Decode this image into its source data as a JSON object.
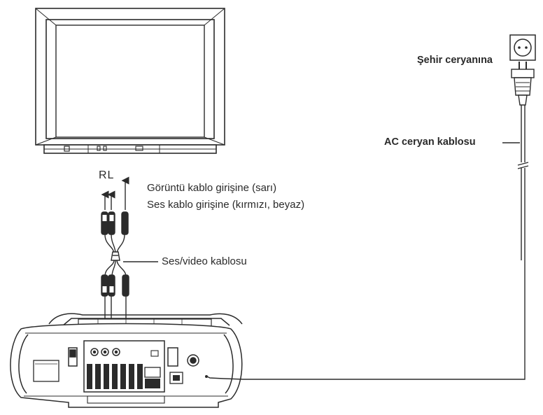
{
  "labels": {
    "rl": "RL",
    "video_input": "Görüntü kablo girişine (sarı)",
    "audio_input": "Ses kablo girişine (kırmızı, beyaz)",
    "av_cable": "Ses/video kablosu",
    "mains": "Şehir ceryanına",
    "ac_cable": "AC ceryan kablosu"
  },
  "colors": {
    "line": "#2b2b2b",
    "text": "#2a2a2a",
    "background": "#ffffff"
  },
  "icons": {
    "tv": "tv-icon",
    "wall_socket": "wall-socket-icon",
    "plug": "plug-icon",
    "boombox": "boombox-icon"
  }
}
